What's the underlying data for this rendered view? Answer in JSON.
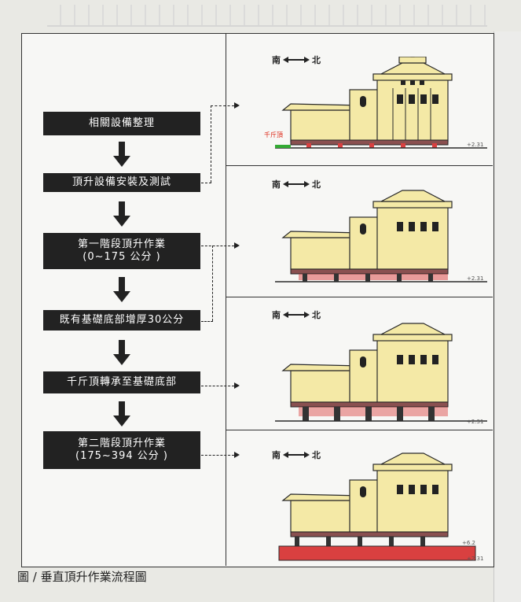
{
  "steps": [
    {
      "line1": "相關設備整理",
      "line2": ""
    },
    {
      "line1": "頂升設備安裝及測試",
      "line2": ""
    },
    {
      "line1": "第一階段頂升作業",
      "line2": "(0~175 公分 )"
    },
    {
      "line1": "既有基礎底部增厚30公分",
      "line2": ""
    },
    {
      "line1": "千斤頂轉承至基礎底部",
      "line2": ""
    },
    {
      "line1": "第二階段頂升作業",
      "line2": "(175~394 公分 )"
    }
  ],
  "compass": {
    "south": "南",
    "north": "北"
  },
  "jack_label": "千斤頂",
  "elevations": [
    "+2.31",
    "+2.31",
    "+2.31",
    "+2.31",
    "+6.2"
  ],
  "caption": "圖 / 垂直頂升作業流程圖",
  "colors": {
    "building": "#f4e9a6",
    "outline": "#2a2a2a",
    "jack": "#e05050",
    "base": "#d94040",
    "box": "#222222"
  }
}
